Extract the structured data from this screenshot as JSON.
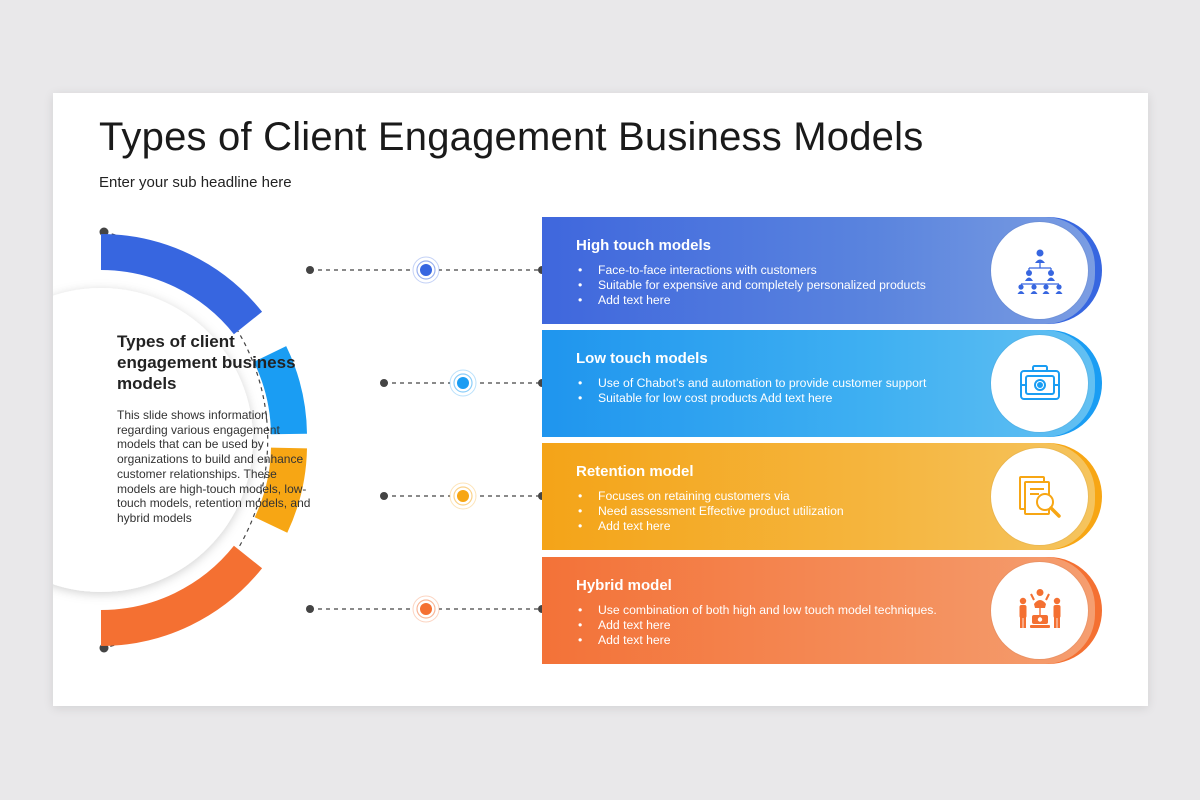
{
  "slide": {
    "title": "Types of Client Engagement Business Models",
    "subtitle": "Enter your sub headline here"
  },
  "center": {
    "heading": "Types of client engagement business models",
    "body": "This slide shows information regarding various engagement models that can be used by organizations to build and enhance customer relationships. These models are high-touch models, low-touch models, retention models, and hybrid models"
  },
  "colors": {
    "blue": "#3766e0",
    "light_blue": "#1a9df3",
    "yellow": "#f7a614",
    "orange": "#f47032"
  },
  "models": [
    {
      "title": "High touch models",
      "bullets": [
        "Face-to-face  interactions with customers",
        "Suitable for expensive and completely personalized products",
        "Add text here"
      ],
      "icon": "hierarchy-people-icon"
    },
    {
      "title": "Low touch models",
      "bullets": [
        "Use of Chabot’s and automation to provide customer support",
        "Suitable for low cost products Add text here"
      ],
      "icon": "toolbox-icon"
    },
    {
      "title": "Retention model",
      "bullets": [
        "Focuses on retaining customers via",
        "Need assessment  Effective product utilization",
        "Add text here"
      ],
      "icon": "document-search-icon"
    },
    {
      "title": "Hybrid model",
      "bullets": [
        "Use combination of both high and low touch model techniques.",
        "Add text here",
        "Add text here"
      ],
      "icon": "team-meeting-icon"
    }
  ]
}
